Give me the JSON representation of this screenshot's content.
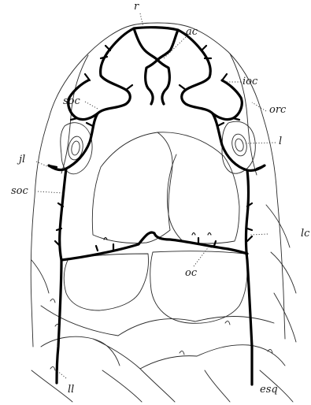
{
  "labels": {
    "r": "r",
    "ac": "ac",
    "ioc": "ioc",
    "soc_upper": "soc",
    "orc": "orc",
    "l": "l",
    "jl": "jl",
    "soc_lower": "soc",
    "lc": "lc",
    "oc": "oc",
    "ll": "ll",
    "esq": "esq"
  },
  "colors": {
    "ink": "#000000",
    "outline": "#2a2a2a",
    "paper": "#ffffff"
  }
}
